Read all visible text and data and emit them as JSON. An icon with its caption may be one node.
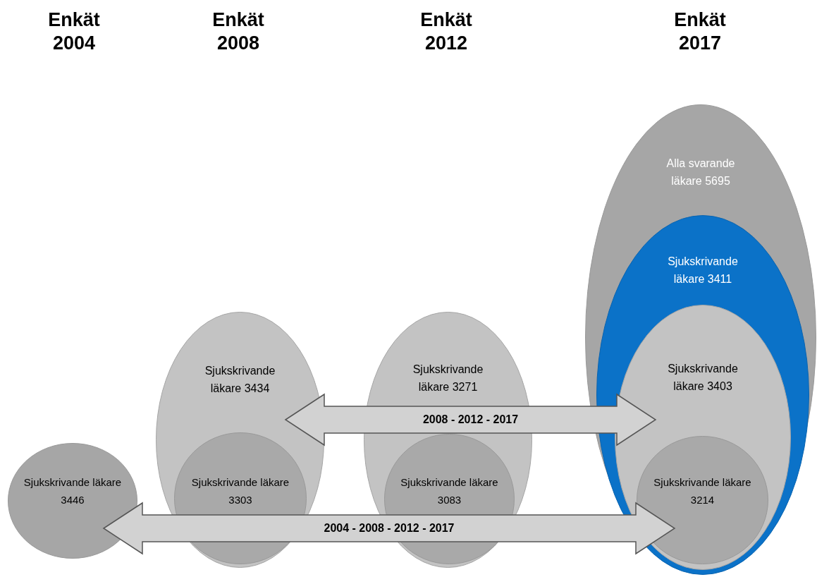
{
  "diagram": {
    "nodes": [
      {
        "text": [
          "Sjukskrivande läkare 3446"
        ]
      },
      {
        "text": [
          "Sjukskrivande läkare 3434"
        ]
      },
      {
        "text": [
          "Sjukskrivande läkare 3303"
        ],
        "in": 1
      },
      {
        "text": [
          "Sjukskrivande läkare 3271"
        ]
      },
      {
        "text": [
          "Sjukskrivande läkare 3083"
        ],
        "in": 3
      },
      {
        "text": [
          "Alla svarande läkare 5695"
        ]
      },
      {
        "text": [
          "Sjukskrivande läkare 3411"
        ],
        "in": 5
      },
      {
        "text": [
          "Sjukskrivande läkare 3403"
        ],
        "in": 6
      },
      {
        "text": [
          "Sjukskrivande läkare 3214"
        ],
        "in": 7
      }
    ],
    "edges": [
      {
        "from": 1,
        "to": 7,
        "arrow": "both",
        "label": "2008 - 2012 - 2017"
      },
      {
        "from": 0,
        "to": 8,
        "arrow": "both",
        "label": "2004 - 2008 - 2012 - 2017"
      }
    ],
    "labels": [
      "Enkät 2004",
      "Enkät 2008",
      "Enkät 2012",
      "Enkät 2017"
    ]
  }
}
